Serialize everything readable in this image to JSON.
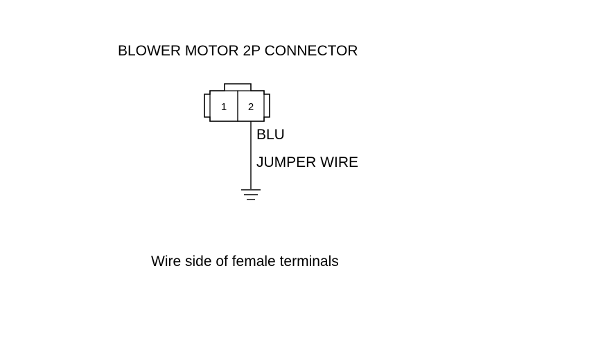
{
  "diagram": {
    "title": "BLOWER MOTOR 2P CONNECTOR",
    "connector": {
      "pins": [
        {
          "number": "1"
        },
        {
          "number": "2"
        }
      ]
    },
    "wire_color": "BLU",
    "wire_note": "JUMPER WIRE",
    "caption": "Wire side of female terminals",
    "line_color": "#000000"
  }
}
